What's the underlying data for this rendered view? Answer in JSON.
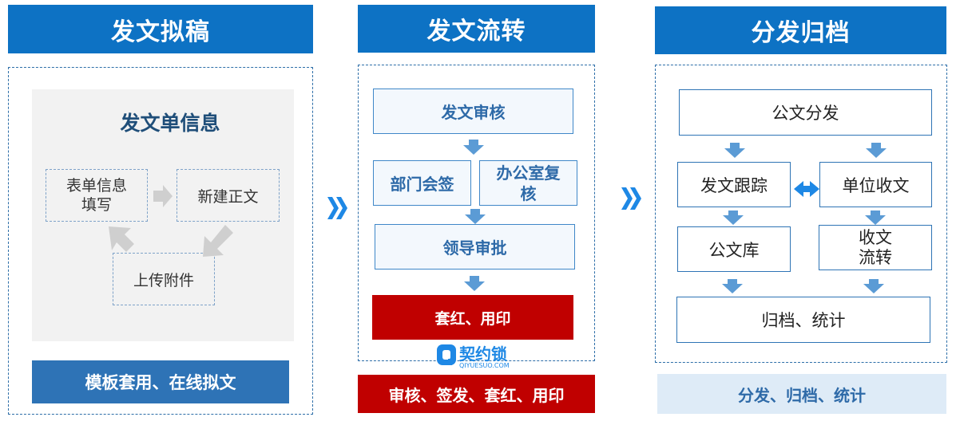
{
  "columns": [
    {
      "header": "发文拟稿"
    },
    {
      "header": "发文流转"
    },
    {
      "header": "分发归档"
    }
  ],
  "draft": {
    "panel_title": "发文单信息",
    "step_fill": "表单信息\n填写",
    "step_new": "新建正文",
    "step_upload": "上传附件",
    "footer": "模板套用、在线拟文"
  },
  "flow": {
    "review": "发文审核",
    "dept_sign": "部门会签",
    "office_review": "办公室复\n核",
    "approve": "领导审批",
    "seal": "套红、用印",
    "footer": "审核、签发、套红、用印"
  },
  "archive": {
    "distribute": "公文分发",
    "track": "发文跟踪",
    "receive": "单位收文",
    "library": "公文库",
    "receive_flow": "收文\n流转",
    "archive_stats": "归档、统计",
    "footer": "分发、归档、统计"
  },
  "watermark": {
    "brand": "契约锁",
    "domain": "QIYUESUO.COM"
  },
  "colors": {
    "header_blue": "#0d72c4",
    "seal_red": "#c00000",
    "arrow_blue": "#5b9bd5"
  }
}
